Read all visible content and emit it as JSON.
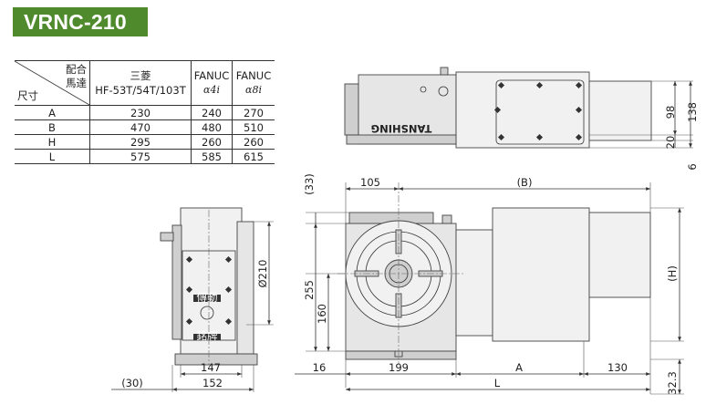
{
  "title": "VRNC-210",
  "colors": {
    "badge": "#4f8a2c",
    "badge_text": "#ffffff"
  },
  "table": {
    "corner_top": [
      "配合",
      "馬達"
    ],
    "corner_bottom": "尺寸",
    "columns": [
      {
        "line1": "三菱",
        "line2": "HF-53T/54T/103T"
      },
      {
        "line1": "FANUC",
        "line2": "α4i"
      },
      {
        "line1": "FANUC",
        "line2": "α8i"
      }
    ],
    "rows": [
      {
        "label": "A",
        "values": [
          "230",
          "240",
          "270"
        ]
      },
      {
        "label": "B",
        "values": [
          "470",
          "480",
          "510"
        ]
      },
      {
        "label": "H",
        "values": [
          "295",
          "260",
          "260"
        ]
      },
      {
        "label": "L",
        "values": [
          "575",
          "585",
          "615"
        ]
      }
    ]
  },
  "drawing": {
    "top_view": {
      "brand_text": "TANSHING",
      "dims": {
        "d98": "98",
        "d138": "138",
        "d20": "20",
        "d6": "6"
      }
    },
    "side_view": {
      "plate_label_1": "傳動",
      "plate_label_2": "銘牌",
      "dims": {
        "d210": "Ø210",
        "d147": "147",
        "d152": "152",
        "d30": "(30)"
      }
    },
    "front_view": {
      "dims": {
        "d33": "(33)",
        "d105": "105",
        "dB": "(B)",
        "dH": "(H)",
        "d255": "255",
        "d160": "160",
        "d16": "16",
        "d199": "199",
        "dA": "A",
        "d130": "130",
        "dL": "L",
        "d32_3": "32.3"
      }
    }
  }
}
